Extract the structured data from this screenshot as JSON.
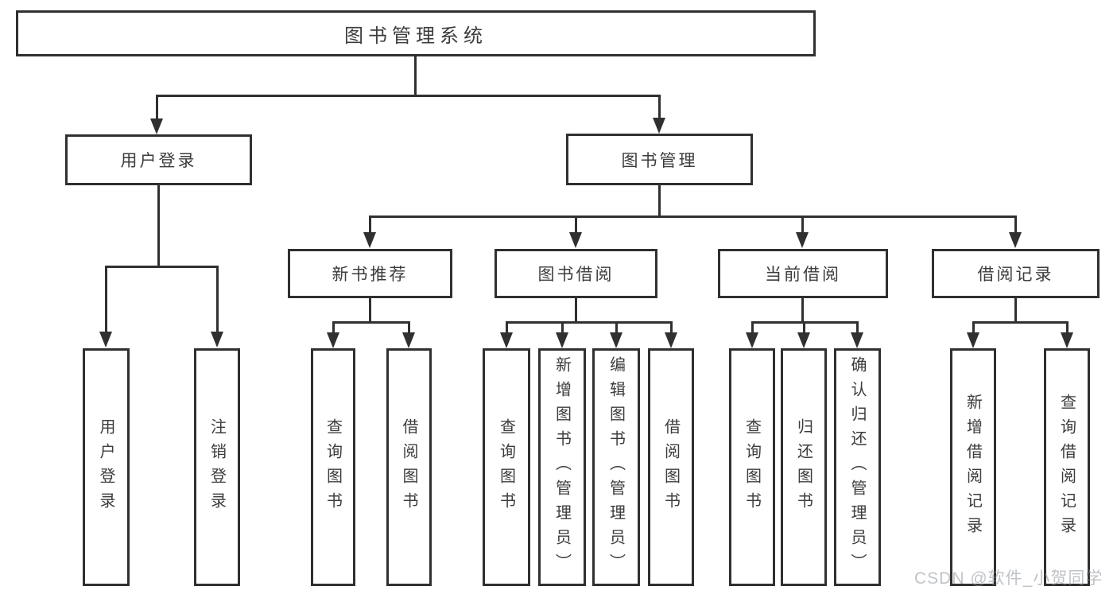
{
  "tree": {
    "label": "图书管理系统",
    "children": [
      {
        "label": "用户登录",
        "children": [
          {
            "label": "用户登录"
          },
          {
            "label": "注销登录"
          }
        ]
      },
      {
        "label": "图书管理",
        "children": [
          {
            "label": "新书推荐",
            "children": [
              {
                "label": "查询图书"
              },
              {
                "label": "借阅图书"
              }
            ]
          },
          {
            "label": "图书借阅",
            "children": [
              {
                "label": "查询图书"
              },
              {
                "label": "新增图书（管理员）"
              },
              {
                "label": "编辑图书（管理员）"
              },
              {
                "label": "借阅图书"
              }
            ]
          },
          {
            "label": "当前借阅",
            "children": [
              {
                "label": "查询图书"
              },
              {
                "label": "归还图书"
              },
              {
                "label": "确认归还（管理员）"
              }
            ]
          },
          {
            "label": "借阅记录",
            "children": [
              {
                "label": "新增借阅记录"
              },
              {
                "label": "查询借阅记录"
              }
            ]
          }
        ]
      }
    ]
  },
  "watermark": "CSDN @软件_小贺同学",
  "colors": {
    "line": "#303030",
    "text": "#3c3c3c",
    "background": "#ffffff",
    "watermark": "#8d939a"
  }
}
